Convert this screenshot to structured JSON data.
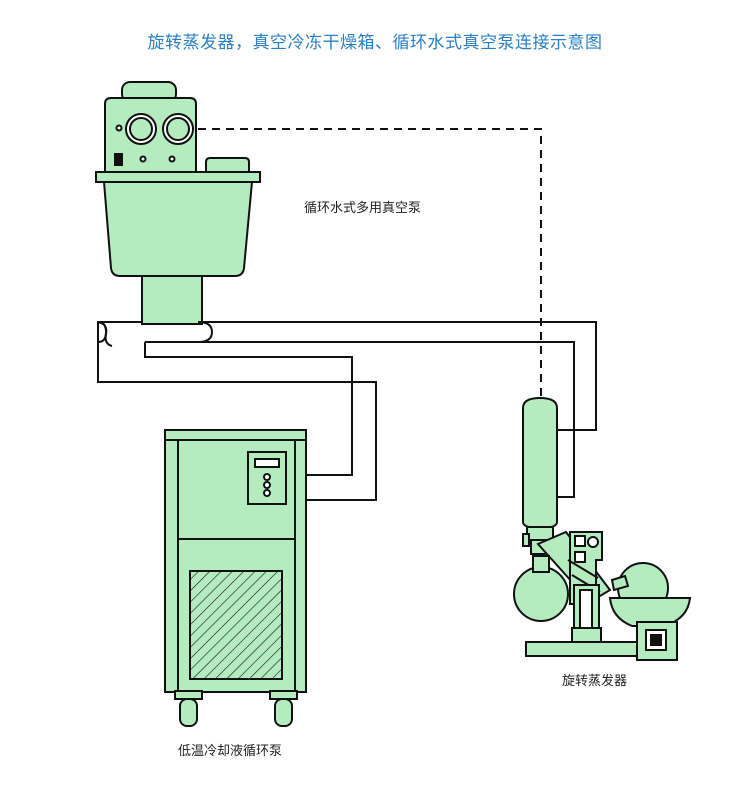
{
  "title": "旋转蒸发器，真空冷冻干燥箱、循环水式真空泵连接示意图",
  "labels": {
    "vacuum_pump": "循环水式多用真空泵",
    "chiller": "低温冷却液循环泵",
    "evaporator": "旋转蒸发器"
  },
  "colors": {
    "equipment_fill": "#b4ecc0",
    "outline": "#111111",
    "title": "#2a7fc4"
  }
}
